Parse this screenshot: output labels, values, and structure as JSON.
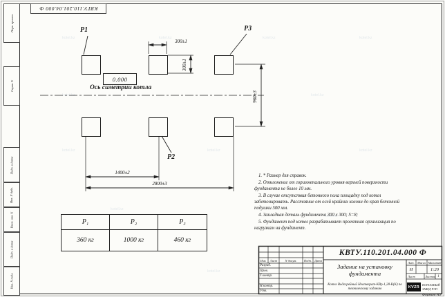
{
  "watermark": {
    "text": "kotel.kz"
  },
  "margin": {
    "top_designation": "КВТУ.110.201.04.000 Ф",
    "labels": [
      "Перв. примен.",
      "Справ. N",
      "Подп. и дата",
      "Инв. N дубл.",
      "Взам. инв. N",
      "Подп. и дата",
      "Инв. N подл."
    ]
  },
  "drawing": {
    "p1": "Р1",
    "p2": "Р2",
    "p3": "Р3",
    "level_mark": "0.000",
    "axis_label": "Ось симетрии котла",
    "dim_top": "300±1",
    "dim_pad_height": "300±1",
    "dim_rows": "960±3",
    "dim_mid": "1400±2",
    "dim_full": "2800±3"
  },
  "notes": [
    "1. * Размер для справок.",
    "2. Отклонение от горизонтального уровня верхней поверхности фундамента не более 10 мм.",
    "3. В случае отсутствия бетонного пола площадку под котел забетонировать. Расстояние от осей крайних колонн до края бетонной подушки 500 мм.",
    "4. Закладная деталь фундамента  300 х 300;  S=8;",
    "5. Фундамент под котел разрабатывает проектная организация по нагрузкам на фундамент."
  ],
  "load_table": {
    "headers": [
      "Р₁",
      "Р₂",
      "Р₃"
    ],
    "values": [
      "360 кг",
      "1000 кг",
      "460 кг"
    ]
  },
  "title_block": {
    "designation": "КВТУ.110.201.04.000 Ф",
    "title": "Задание на установку фундамента",
    "product": "Котел Водогрейный Неотверат-КВр-1,28-К(К) по техническому заданию",
    "cols": [
      "Изм.",
      "Лист",
      "N докум.",
      "Подп.",
      "Дата"
    ],
    "rows": [
      "Разраб.",
      "Пров.",
      "Т.контр.",
      "",
      "Н.контр.",
      "Утв."
    ],
    "lit_label": "Лит.",
    "mass_label": "Масса",
    "scale_label": "Масштаб",
    "lit_value": "И",
    "scale_value": "1:20",
    "sheet_label": "Лист",
    "sheets_label": "Листов",
    "sheets_value": "1",
    "logo_text": "KVZR",
    "company_line1": "КОТЕЛЬНЫЙ",
    "company_line2": "ЗАВОД РЭП",
    "format_note": "Формат А3"
  }
}
